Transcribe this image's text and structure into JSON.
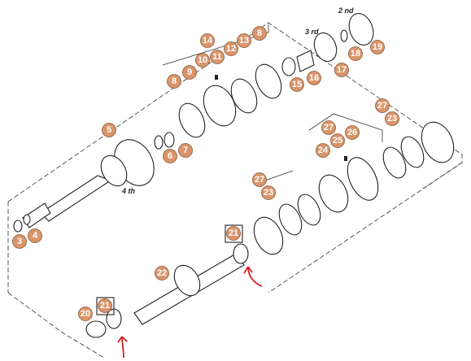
{
  "callouts": [
    {
      "id": "c14",
      "text": "14"
    },
    {
      "id": "c10",
      "text": "10"
    },
    {
      "id": "c11",
      "text": "11"
    },
    {
      "id": "c12",
      "text": "12"
    },
    {
      "id": "c13",
      "text": "13"
    },
    {
      "id": "c8a",
      "text": "8"
    },
    {
      "id": "c8b",
      "text": "8"
    },
    {
      "id": "c9",
      "text": "9"
    },
    {
      "id": "c15",
      "text": "15"
    },
    {
      "id": "c16",
      "text": "16"
    },
    {
      "id": "c17",
      "text": "17"
    },
    {
      "id": "c18",
      "text": "18"
    },
    {
      "id": "c19",
      "text": "19"
    },
    {
      "id": "c5",
      "text": "5"
    },
    {
      "id": "c6",
      "text": "6"
    },
    {
      "id": "c7",
      "text": "7"
    },
    {
      "id": "c3",
      "text": "3"
    },
    {
      "id": "c4",
      "text": "4"
    },
    {
      "id": "c27a",
      "text": "27"
    },
    {
      "id": "c23a",
      "text": "23"
    },
    {
      "id": "c27b",
      "text": "27"
    },
    {
      "id": "c25",
      "text": "25"
    },
    {
      "id": "c26",
      "text": "26"
    },
    {
      "id": "c24",
      "text": "24"
    },
    {
      "id": "c27c",
      "text": "27"
    },
    {
      "id": "c23b",
      "text": "23"
    },
    {
      "id": "c21a",
      "text": "21"
    },
    {
      "id": "c22",
      "text": "22"
    },
    {
      "id": "c20",
      "text": "20"
    },
    {
      "id": "c21b",
      "text": "21"
    }
  ],
  "labels": {
    "second": "2 nd",
    "third": "3 rd",
    "fourth": "4 th"
  },
  "accent": "#d9956a",
  "arrow_color": "#d42020"
}
